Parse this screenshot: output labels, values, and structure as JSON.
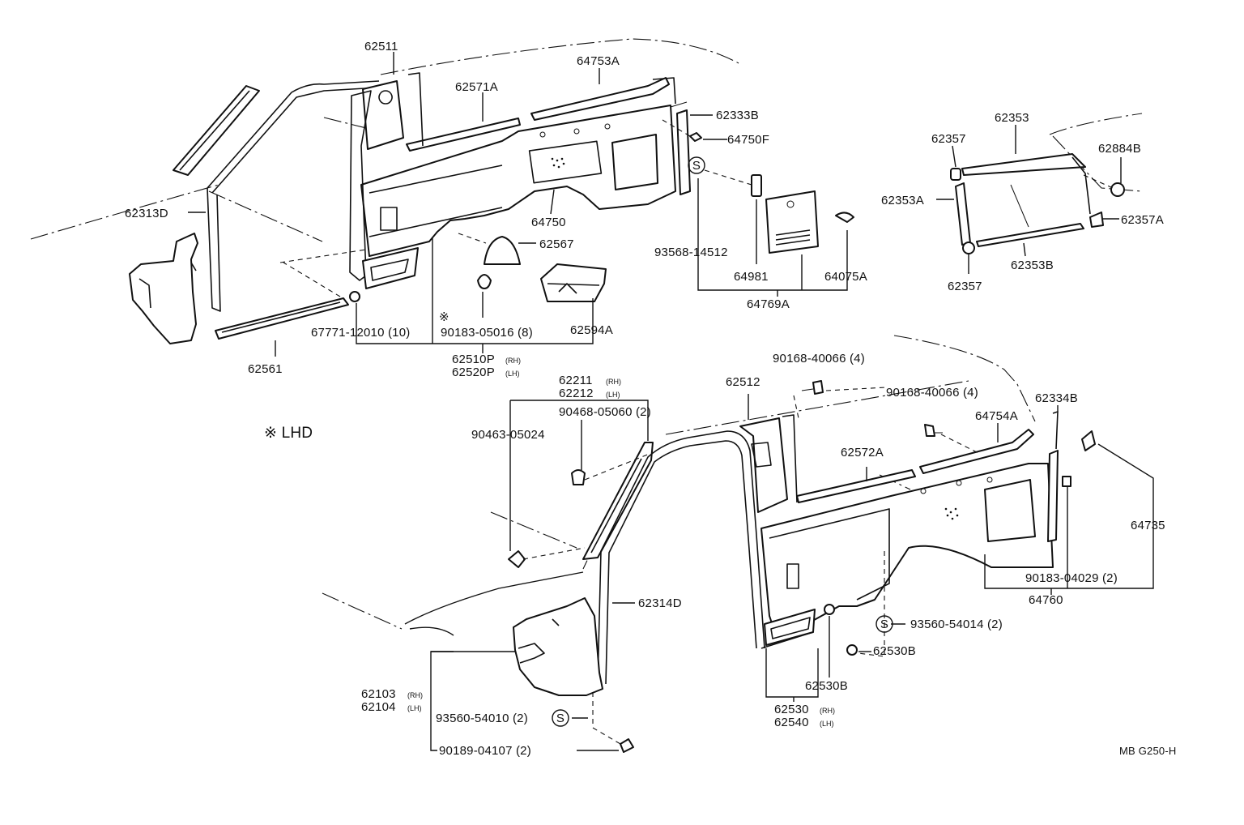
{
  "labels": {
    "p62511": "62511",
    "p64753A": "64753A",
    "p62571A": "62571A",
    "p62333B": "62333B",
    "p64750F": "64750F",
    "p62313D": "62313D",
    "p64750": "64750",
    "p62567": "62567",
    "p93568_14512": "93568-14512",
    "p64981": "64981",
    "p64075A": "64075A",
    "p64769A": "64769A",
    "p67771": "67771-12010 (10)",
    "p90183_05016": "90183-05016 (8)",
    "p62594A": "62594A",
    "p62510P": "62510P",
    "p62510P_sub": "(RH)",
    "p62520P": "62520P",
    "p62520P_sub": "(LH)",
    "p62561": "62561",
    "asterisk_mark": "※",
    "lhd_note": "※ LHD",
    "p62353": "62353",
    "p62357_top": "62357",
    "p62884B": "62884B",
    "p62353A": "62353A",
    "p62357A": "62357A",
    "p62357_bottom": "62357",
    "p62353B": "62353B",
    "p62211": "62211",
    "p62211_sub": "(RH)",
    "p62212": "62212",
    "p62212_sub": "(LH)",
    "p90468": "90468-05060 (2)",
    "p90463": "90463-05024",
    "p62512": "62512",
    "p90168_a": "90168-40066 (4)",
    "p90168_b": "90168-40066 (4)",
    "p62334B": "62334B",
    "p64754A": "64754A",
    "p62572A": "62572A",
    "p64735": "64735",
    "p62314D": "62314D",
    "p90183_04029": "90183-04029 (2)",
    "p64760": "64760",
    "p93560_54014": "93560-54014 (2)",
    "p62530B_a": "62530B",
    "p62530B_b": "62530B",
    "p62103": "62103",
    "p62103_sub": "(RH)",
    "p62104": "62104",
    "p62104_sub": "(LH)",
    "p93560_54010": "93560-54010 (2)",
    "p90189": "90189-04107 (2)",
    "p62530": "62530",
    "p62530_sub": "(RH)",
    "p62540": "62540",
    "p62540_sub": "(LH)",
    "s_symbol": "S",
    "drawing_code": "MB G250-H"
  }
}
